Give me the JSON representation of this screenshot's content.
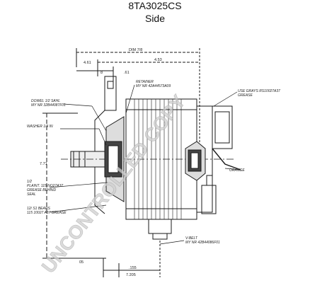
{
  "title": "8TA3025CS",
  "subtitle": "Side",
  "watermark": "UNCONTROLLED COPY",
  "dimensions": {
    "overall": "DIM 7/8",
    "a": "4.53",
    "b": "4.61",
    "c": "8",
    "d": ".61",
    "height": "7.71",
    "bottom_left": "05",
    "bottom_1": ".155",
    "bottom_2": "7.205"
  },
  "callouts": {
    "dowel": "DOWEL 1/2 SAHL\nMY NR 32B44087F01",
    "washer": "WASHER 1/4 IN",
    "retainer": "RETAINER\nMY NR 42A44573A09",
    "grease_top": "USE GRAYS RS10027A37\nGREASE",
    "grease_left": "1/2\nPLAINT. 115 NO27A37\nGREASE BEHIND\nSEAL",
    "grease_left2": "12/ S1 BEARS\n115 10027 A37 GREASE",
    "orange": "ORANGE",
    "vbelt": "V-BELT\nMY NR 42B44086F01"
  },
  "colors": {
    "ink": "#1a1a1a",
    "watermark": "#c8c8c8",
    "bg": "#ffffff"
  }
}
